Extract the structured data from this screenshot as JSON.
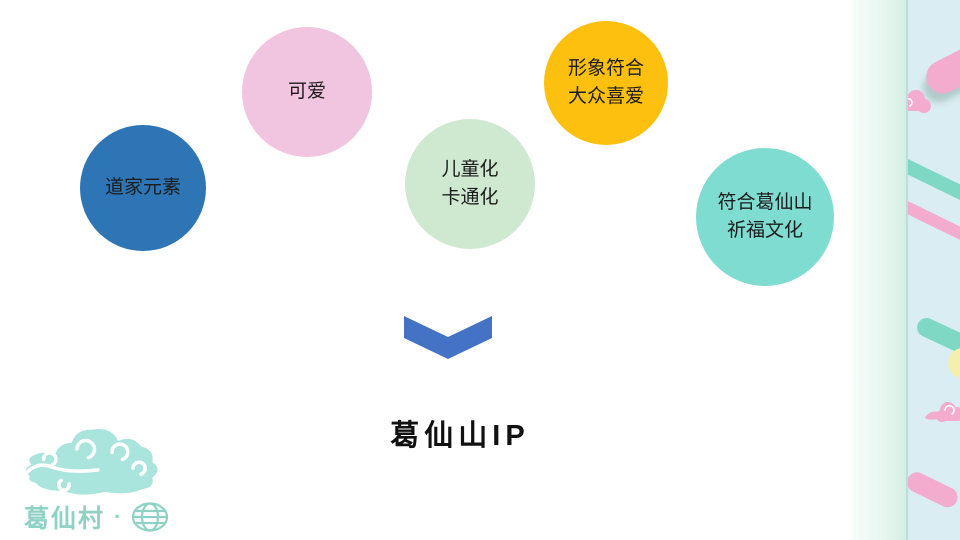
{
  "slide": {
    "title": "葛仙山IP",
    "text_color": "#1c1c1c",
    "background": "#ffffff",
    "bubbles": [
      {
        "id": "taoist-elements",
        "lines": [
          "道家元素"
        ],
        "color": "#2e75b5"
      },
      {
        "id": "cute",
        "lines": [
          "可爱"
        ],
        "color": "#f1c4e0"
      },
      {
        "id": "childlike-cartoonish",
        "lines": [
          "儿童化",
          "卡通化"
        ],
        "color": "#cfe8d0"
      },
      {
        "id": "image-public-appeal",
        "lines": [
          "形象符合",
          "大众喜爱"
        ],
        "color": "#fec00f"
      },
      {
        "id": "gexianshan-blessing-culture",
        "lines": [
          "符合葛仙山",
          "祈福文化"
        ],
        "color": "#7fdcd1"
      }
    ],
    "arrow": {
      "direction": "down",
      "color": "#4472c4"
    }
  },
  "footer_logo": {
    "brand_text": "葛仙村",
    "separator": "·",
    "cloud_color": "#a9e5dc",
    "text_color": "#8fd2c5"
  },
  "right_sidebar": {
    "strip_color": "#e9f7f2",
    "panel_color": "#d9edf3",
    "teal_accent": "#7ed8c4",
    "pink_accent": "#f3abce",
    "yellow_accent": "#f5efad"
  }
}
